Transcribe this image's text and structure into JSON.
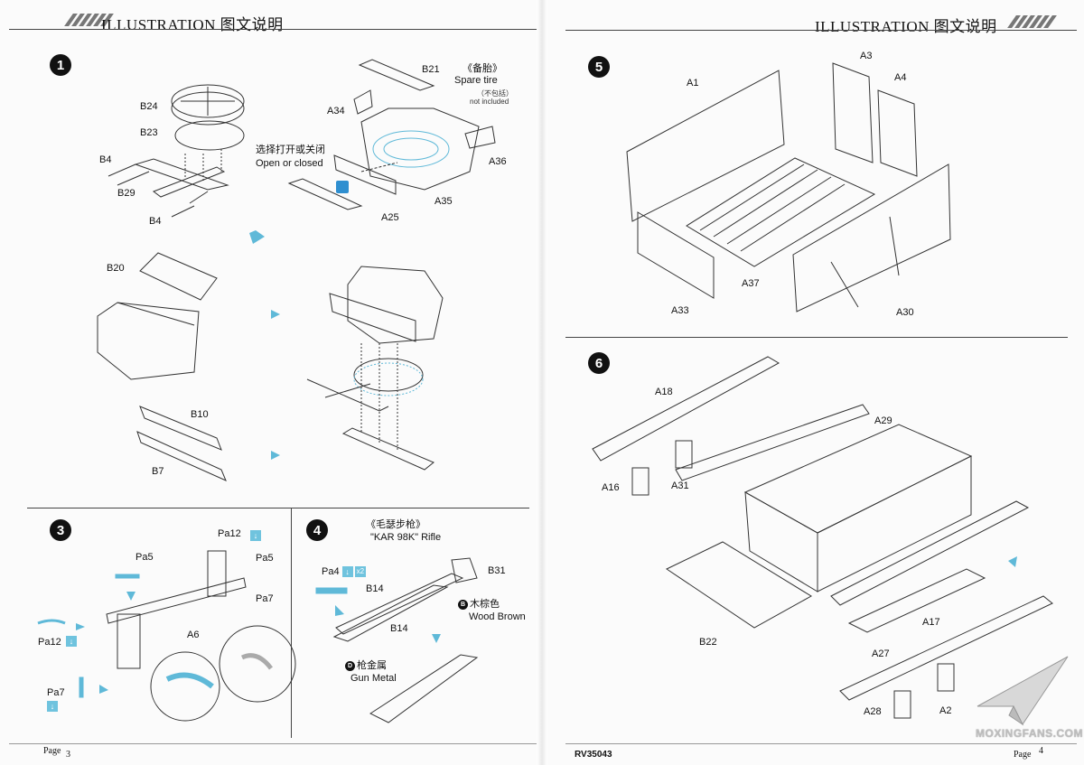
{
  "header": {
    "title_left": "ILLUSTRATION 图文说明",
    "title_right": "ILLUSTRATION 图文说明"
  },
  "steps": {
    "s1": {
      "number": "1"
    },
    "s3": {
      "number": "3"
    },
    "s4": {
      "number": "4",
      "title_cn": "《毛瑟步枪》",
      "title_en": "\"KAR 98K\" Rifle"
    },
    "s5": {
      "number": "5"
    },
    "s6": {
      "number": "6"
    }
  },
  "spare_tire": {
    "cn": "《备胎》",
    "en": "Spare tire",
    "note_cn": "（不包括）",
    "note_en": "not included"
  },
  "open_closed": {
    "cn": "选择打开或关闭",
    "en": "Open or closed"
  },
  "paints": {
    "wood": {
      "code": "B",
      "cn": "木棕色",
      "en": "Wood Brown"
    },
    "gun": {
      "code": "D",
      "cn": "枪金属",
      "en": "Gun Metal"
    }
  },
  "parts": {
    "B24": "B24",
    "B23": "B23",
    "B4a": "B4",
    "B29": "B29",
    "B4b": "B4",
    "B21": "B21",
    "A34": "A34",
    "A36": "A36",
    "A25": "A25",
    "A35": "A35",
    "B20": "B20",
    "B10": "B10",
    "B7": "B7",
    "Pa5a": "Pa5",
    "Pa12a": "Pa12",
    "Pa5b": "Pa5",
    "Pa7a": "Pa7",
    "A6": "A6",
    "Pa12b": "Pa12",
    "Pa7b": "Pa7",
    "Pa4": "Pa4",
    "x2": "x2",
    "B31": "B31",
    "B14a": "B14",
    "B14b": "B14",
    "A1": "A1",
    "A3": "A3",
    "A4": "A4",
    "A33": "A33",
    "A37": "A37",
    "A30": "A30",
    "A18": "A18",
    "A29": "A29",
    "A16": "A16",
    "A31": "A31",
    "A17": "A17",
    "B22": "B22",
    "A27": "A27",
    "A28": "A28",
    "A2": "A2"
  },
  "footer": {
    "page_label": "Page",
    "page_left": "3",
    "page_right": "4",
    "code": "RV35043"
  },
  "watermark": "MOXINGFANS.COM",
  "colors": {
    "accent_blue": "#5fb9d8",
    "line": "#444444"
  }
}
